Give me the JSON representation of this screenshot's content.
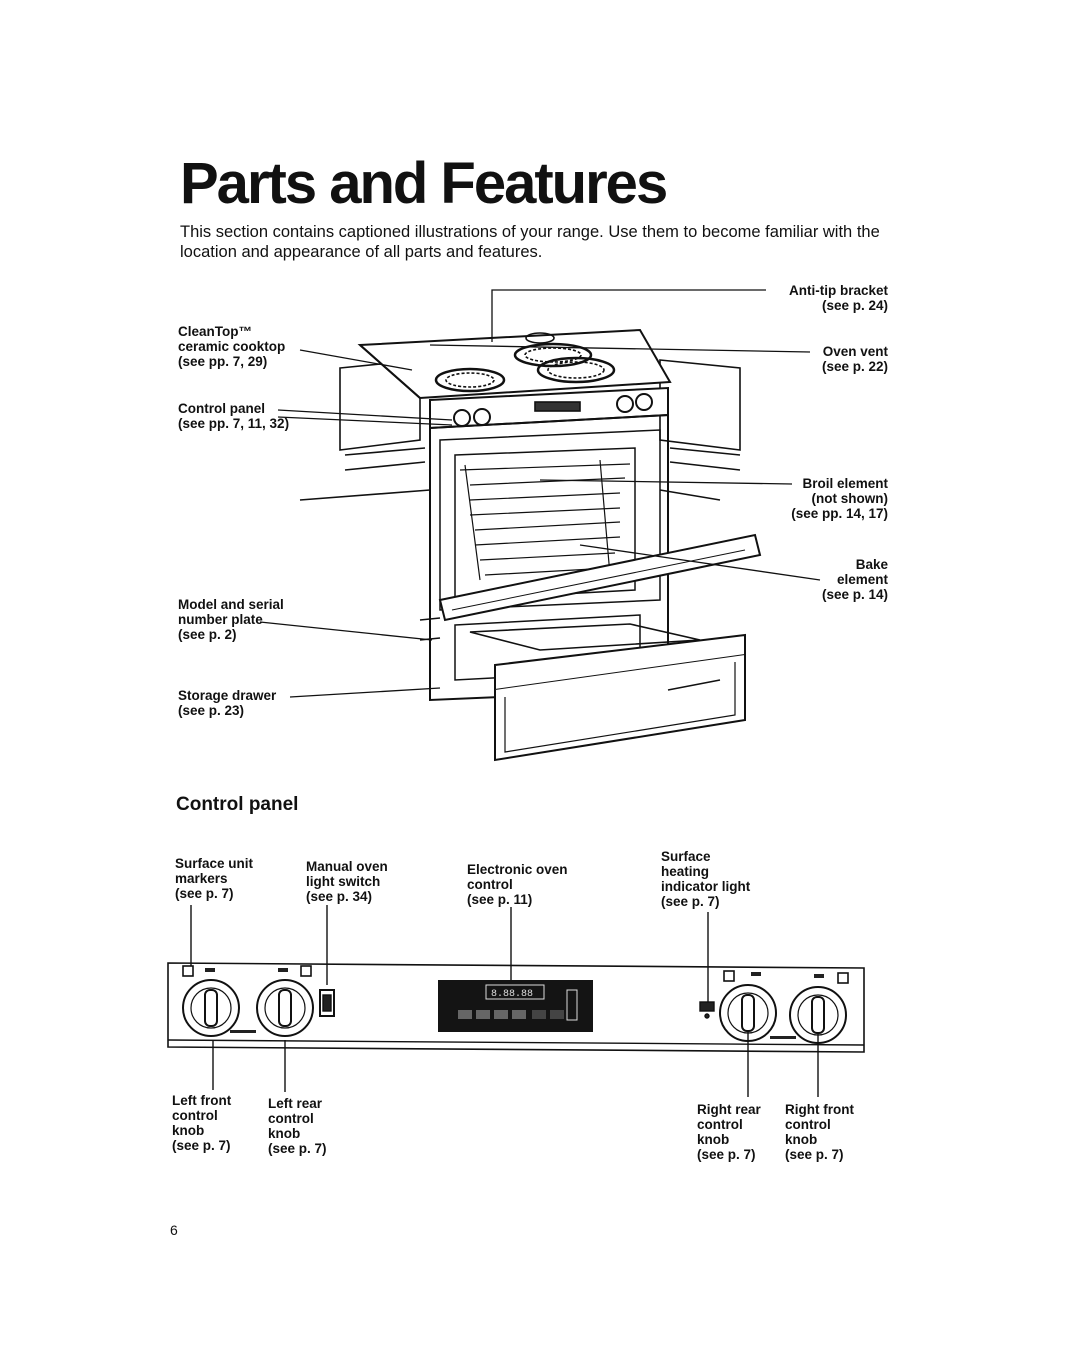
{
  "page": {
    "title": "Parts and Features",
    "intro": "This section contains captioned illustrations of your range. Use them to become familiar with the location and appearance of all parts and features.",
    "page_number": "6"
  },
  "range_labels": {
    "anti_tip": "Anti-tip bracket\n(see p. 24)",
    "cleantop": "CleanTop™\nceramic cooktop\n(see pp. 7, 29)",
    "oven_vent": "Oven vent\n(see p. 22)",
    "control_panel": "Control panel\n(see pp. 7, 11, 32)",
    "broil": "Broil element\n(not shown)\n(see pp. 14, 17)",
    "bake": "Bake\nelement\n(see p. 14)",
    "model_serial": "Model and serial\nnumber plate\n(see p. 2)",
    "storage_drawer": "Storage drawer\n(see p. 23)"
  },
  "control_panel": {
    "heading": "Control panel",
    "surface_unit_markers": "Surface unit\nmarkers\n(see p. 7)",
    "manual_oven_light": "Manual oven\nlight switch\n(see p. 34)",
    "electronic_oven_control": "Electronic oven\ncontrol\n(see p. 11)",
    "surface_heating_indicator": "Surface\nheating\nindicator light\n(see p. 7)",
    "left_front_knob": "Left front\ncontrol\nknob\n(see p. 7)",
    "left_rear_knob": "Left rear\ncontrol\nknob\n(see p. 7)",
    "right_rear_knob": "Right rear\ncontrol\nknob\n(see p. 7)",
    "right_front_knob": "Right front\ncontrol\nknob\n(see p. 7)"
  }
}
